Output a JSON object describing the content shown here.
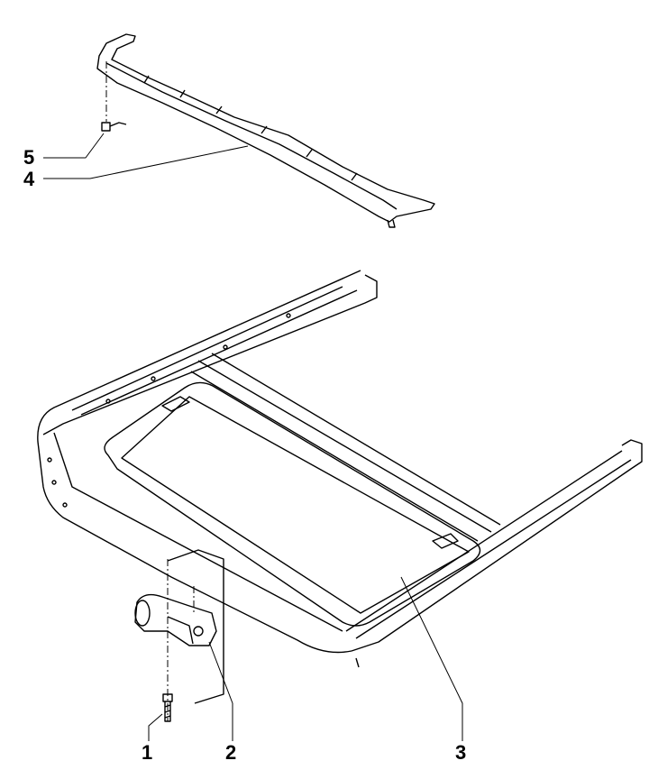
{
  "diagram": {
    "callouts": [
      {
        "number": "1",
        "part": "bolt"
      },
      {
        "number": "2",
        "part": "sunroof-motor"
      },
      {
        "number": "3",
        "part": "sunroof-frame"
      },
      {
        "number": "4",
        "part": "drain-rail"
      },
      {
        "number": "5",
        "part": "clip"
      }
    ]
  }
}
